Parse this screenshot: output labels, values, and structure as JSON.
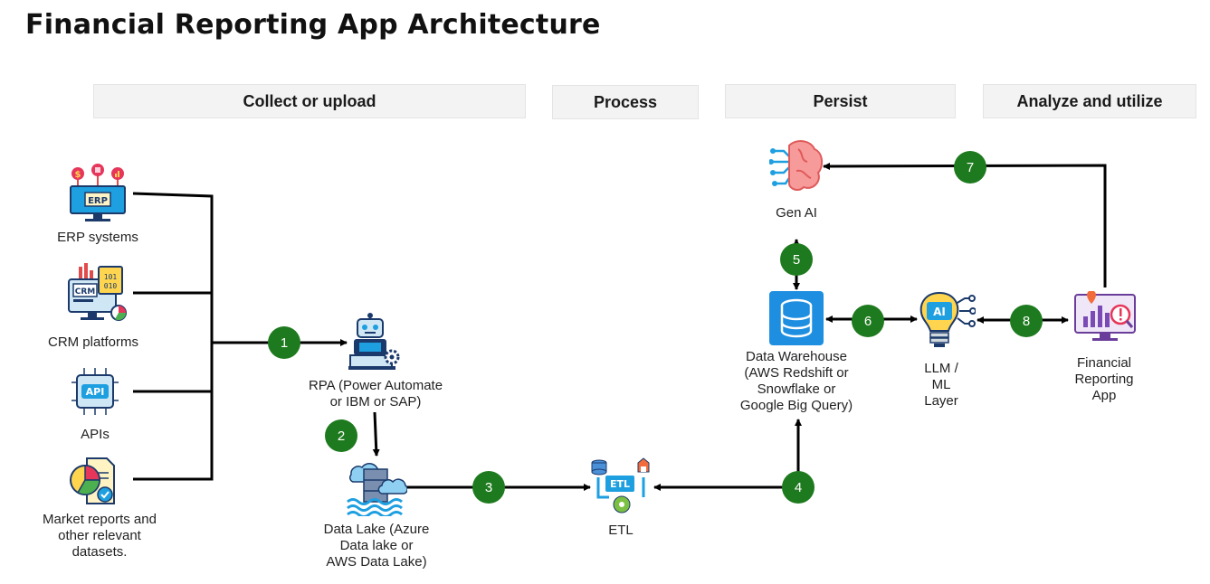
{
  "title": "Financial Reporting App Architecture",
  "phases": {
    "collect": "Collect or upload",
    "process": "Process",
    "persist": "Persist",
    "analyze": "Analyze and utilize"
  },
  "nodes": {
    "erp": "ERP systems",
    "crm": "CRM platforms",
    "apis": "APIs",
    "market": [
      "Market reports and",
      "other relevant",
      "datasets."
    ],
    "rpa": [
      "RPA (Power Automate",
      "or IBM or SAP)"
    ],
    "datalake": [
      "Data Lake (Azure",
      "Data lake or",
      "AWS Data Lake)"
    ],
    "etl": "ETL",
    "genai": "Gen AI",
    "warehouse": [
      "Data Warehouse",
      "(AWS Redshift or",
      "Snowflake or",
      "Google Big Query)"
    ],
    "llm": [
      "LLM /",
      "ML",
      "Layer"
    ],
    "app": [
      "Financial",
      "Reporting",
      "App"
    ]
  },
  "icon_text": {
    "erp": "ERP",
    "crm": "CRM",
    "api": "API",
    "etl": "ETL",
    "ai": "AI"
  },
  "steps": [
    "1",
    "2",
    "3",
    "4",
    "5",
    "6",
    "7",
    "8"
  ],
  "colors": {
    "step_badge": "#1e7a1e",
    "phase_bg": "#f3f3f3"
  }
}
